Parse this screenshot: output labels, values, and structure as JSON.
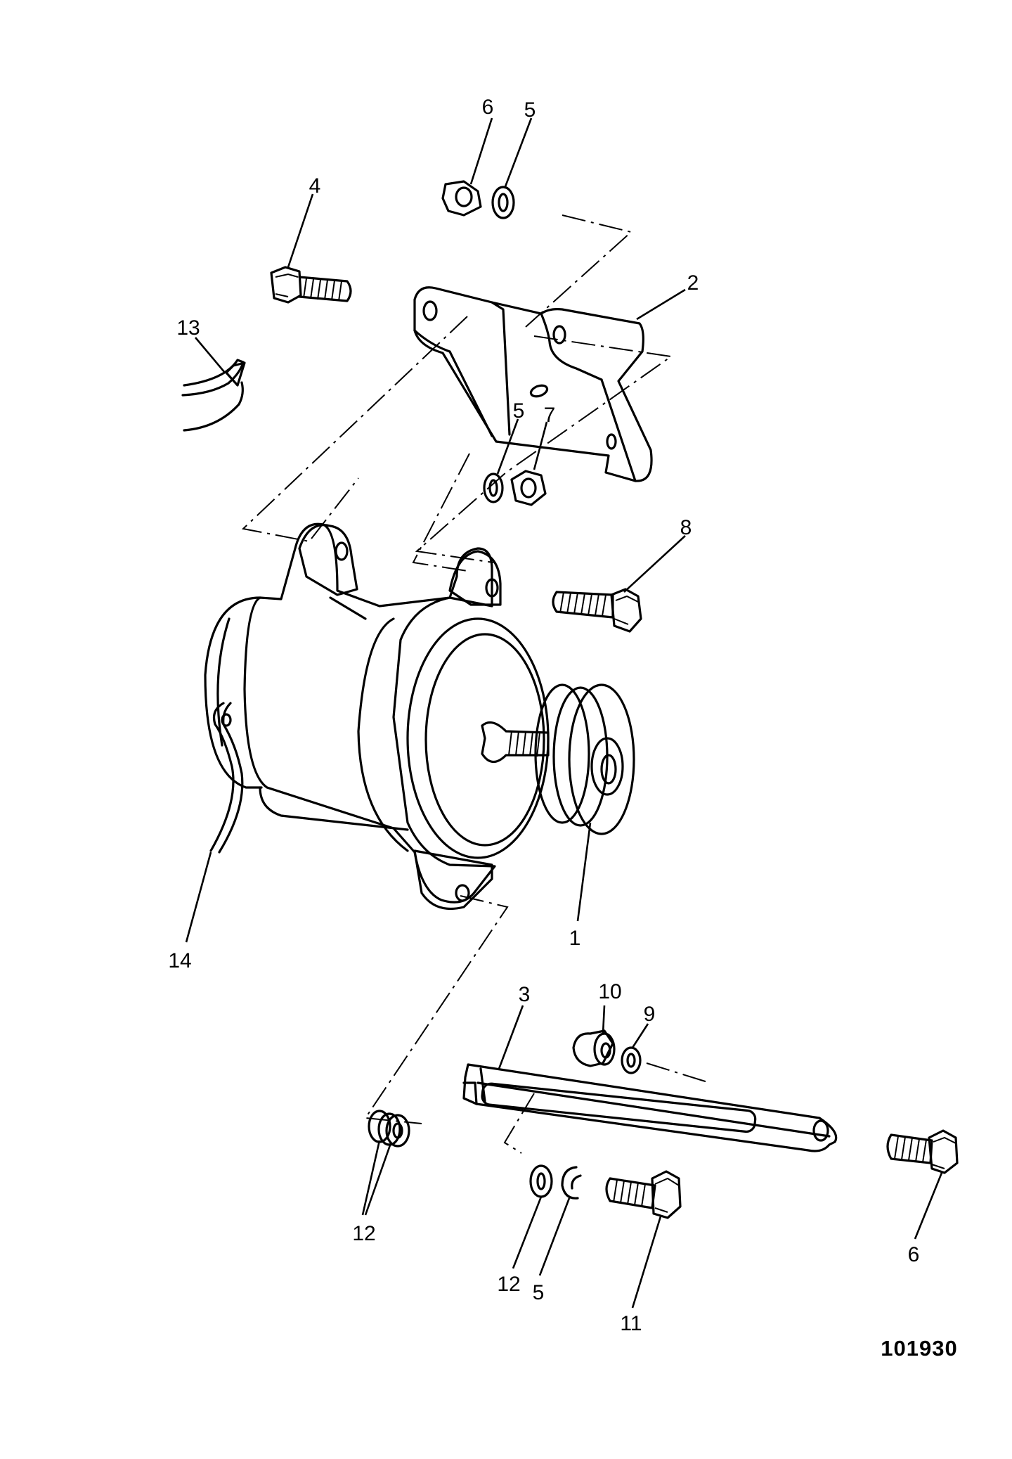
{
  "figure_number": "101930",
  "callouts": [
    {
      "id": "c1",
      "text": "1"
    },
    {
      "id": "c2",
      "text": "2"
    },
    {
      "id": "c3",
      "text": "3"
    },
    {
      "id": "c4",
      "text": "4"
    },
    {
      "id": "c5a",
      "text": "5"
    },
    {
      "id": "c5b",
      "text": "5"
    },
    {
      "id": "c5c",
      "text": "5"
    },
    {
      "id": "c6a",
      "text": "6"
    },
    {
      "id": "c6b",
      "text": "6"
    },
    {
      "id": "c7",
      "text": "7"
    },
    {
      "id": "c8",
      "text": "8"
    },
    {
      "id": "c9",
      "text": "9"
    },
    {
      "id": "c10",
      "text": "10"
    },
    {
      "id": "c11",
      "text": "11"
    },
    {
      "id": "c12a",
      "text": "12"
    },
    {
      "id": "c12b",
      "text": "12"
    },
    {
      "id": "c13",
      "text": "13"
    },
    {
      "id": "c14",
      "text": "14"
    }
  ]
}
